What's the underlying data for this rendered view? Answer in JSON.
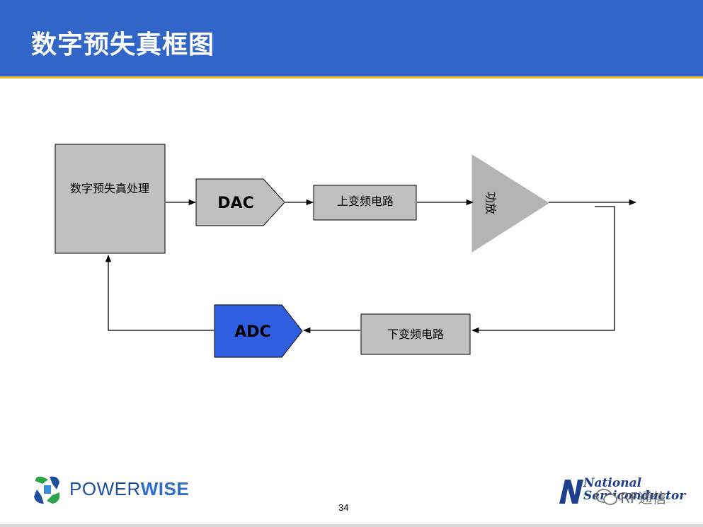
{
  "slide": {
    "title": "数字预失真框图",
    "page_number": "34"
  },
  "diagram": {
    "blocks": {
      "dpd": "数字预失真处理",
      "dac": "DAC",
      "upconverter": "上变频电路",
      "pa": "功放",
      "downconverter": "下变频电路",
      "adc": "ADC"
    },
    "colors": {
      "block_fill": "#c0c0c0",
      "adc_fill": "#2f5fe0",
      "pa_fill": "#b4b4b4",
      "line": "#000000"
    }
  },
  "footer": {
    "left_logo": {
      "name": "PowerWise",
      "text_main": "POWER",
      "text_bold": "WISE"
    },
    "right_logo": {
      "name": "National Semiconductor",
      "text_line1": "National",
      "text_line2": "Semiconductor"
    },
    "watermark": "RF通信"
  },
  "header": {
    "colors": {
      "band": "#3265c8",
      "rule": "#f4c430"
    }
  }
}
